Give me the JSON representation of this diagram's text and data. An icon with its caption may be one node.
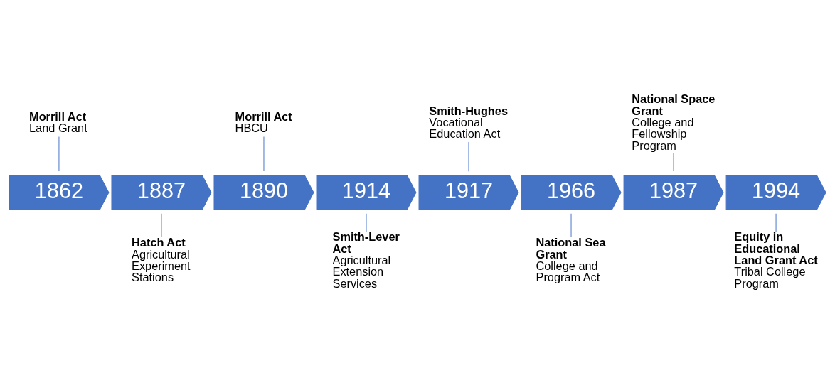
{
  "diagram": {
    "nodes": [
      {
        "text": [
          "1862"
        ]
      },
      {
        "text": [
          "1887"
        ]
      },
      {
        "text": [
          "1890"
        ]
      },
      {
        "text": [
          "1914"
        ]
      },
      {
        "text": [
          "1917"
        ]
      },
      {
        "text": [
          "1966"
        ]
      },
      {
        "text": [
          "1987"
        ]
      },
      {
        "text": [
          "1994"
        ]
      },
      {
        "text": [
          "Morrill Act",
          "Land Grant"
        ]
      },
      {
        "text": [
          "Hatch Act",
          "Agricultural Experiment Stations"
        ]
      },
      {
        "text": [
          "Morrill Act",
          "HBCU"
        ]
      },
      {
        "text": [
          "Smith-Lever Act",
          "Agricultural Extension Services"
        ]
      },
      {
        "text": [
          "Smith-Hughes",
          "Vocational Education Act"
        ]
      },
      {
        "text": [
          "National Sea Grant",
          "College and Program Act"
        ]
      },
      {
        "text": [
          "National Space Grant",
          "College and Fellowship Program"
        ]
      },
      {
        "text": [
          "Equity in Educational Land Grant Act",
          "Tribal College Program"
        ]
      }
    ],
    "edges": [
      {
        "from": 8,
        "to": 0,
        "arrow": "none"
      },
      {
        "from": 1,
        "to": 9,
        "arrow": "none"
      },
      {
        "from": 10,
        "to": 2,
        "arrow": "none"
      },
      {
        "from": 3,
        "to": 11,
        "arrow": "none"
      },
      {
        "from": 12,
        "to": 4,
        "arrow": "none"
      },
      {
        "from": 5,
        "to": 13,
        "arrow": "none"
      },
      {
        "from": 14,
        "to": 6,
        "arrow": "none"
      },
      {
        "from": 7,
        "to": 15,
        "arrow": "none"
      }
    ]
  }
}
